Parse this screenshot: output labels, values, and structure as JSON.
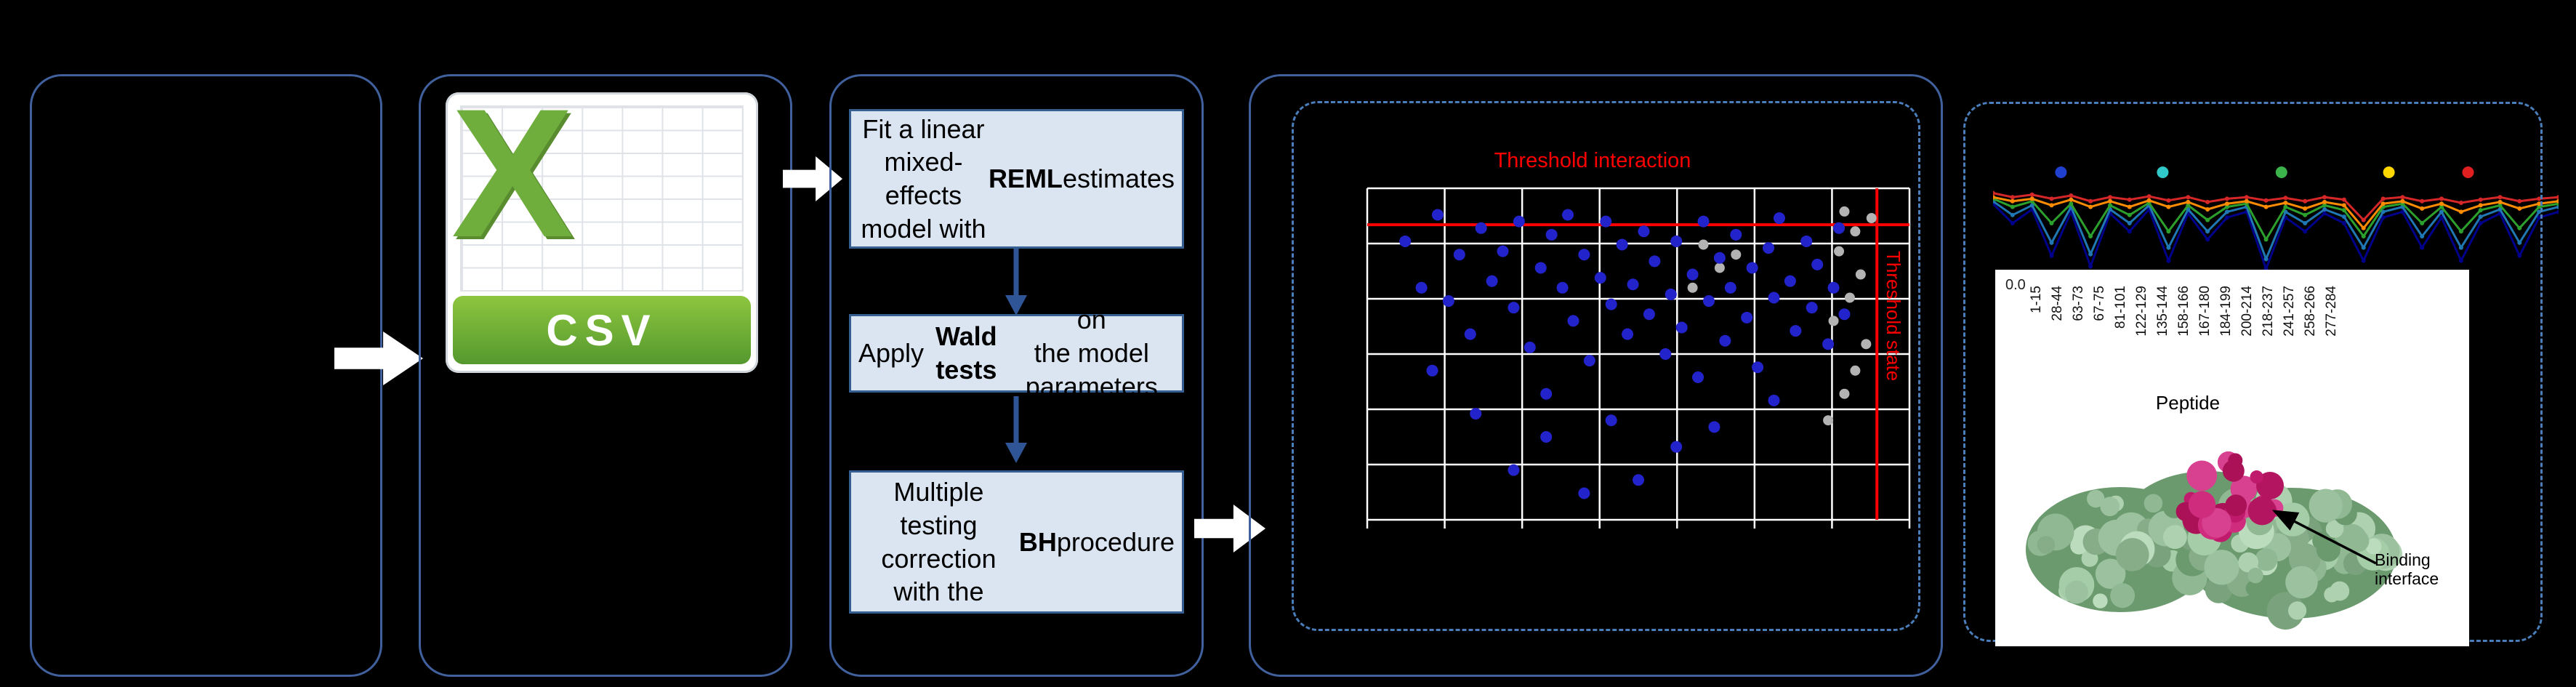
{
  "colors": {
    "background": "#000000",
    "panel_border": "#41619e",
    "dashed_border": "#4a7ebb",
    "flow_box_fill": "#dbe5f1",
    "flow_box_border": "#365f91",
    "flow_arrow": "#2f5597",
    "connector_arrow": "#ffffff",
    "threshold": "#ff0000",
    "grid_line": "#ffffff",
    "dot_blue": "#2323cc",
    "dot_gray": "#b3b3b3",
    "csv_green": "#6fae3d",
    "protein_body": "#a9cba9",
    "protein_core": "#c01a6c"
  },
  "csv": {
    "letter": "X",
    "label": "CSV"
  },
  "flow": {
    "steps": [
      {
        "pre": "Fit a linear mixed-\neffects model with\n",
        "bold": "REML",
        "post": " estimates"
      },
      {
        "pre": "Apply ",
        "bold": "Wald tests",
        "post": " on\nthe model parameters"
      },
      {
        "pre": "Multiple testing\ncorrection\nwith the ",
        "bold": "BH",
        "post": " procedure"
      }
    ]
  },
  "chart_data": [
    {
      "type": "scatter",
      "title": "Threshold interaction",
      "right_label": "Threshold state",
      "grid": true,
      "threshold_y_pct": 11,
      "threshold_x_pct": 94,
      "blue_points": [
        [
          7,
          16
        ],
        [
          10,
          30
        ],
        [
          13,
          8
        ],
        [
          15,
          34
        ],
        [
          17,
          20
        ],
        [
          19,
          44
        ],
        [
          21,
          12
        ],
        [
          23,
          28
        ],
        [
          25,
          19
        ],
        [
          27,
          36
        ],
        [
          28,
          10
        ],
        [
          30,
          48
        ],
        [
          32,
          24
        ],
        [
          33,
          62
        ],
        [
          34,
          14
        ],
        [
          36,
          30
        ],
        [
          37,
          8
        ],
        [
          38,
          40
        ],
        [
          40,
          20
        ],
        [
          41,
          52
        ],
        [
          43,
          27
        ],
        [
          44,
          10
        ],
        [
          45,
          35
        ],
        [
          47,
          17
        ],
        [
          48,
          44
        ],
        [
          49,
          29
        ],
        [
          51,
          13
        ],
        [
          52,
          38
        ],
        [
          53,
          22
        ],
        [
          55,
          50
        ],
        [
          56,
          32
        ],
        [
          57,
          16
        ],
        [
          58,
          42
        ],
        [
          60,
          26
        ],
        [
          61,
          57
        ],
        [
          62,
          10
        ],
        [
          63,
          34
        ],
        [
          65,
          21
        ],
        [
          66,
          46
        ],
        [
          67,
          30
        ],
        [
          68,
          14
        ],
        [
          70,
          39
        ],
        [
          71,
          24
        ],
        [
          72,
          54
        ],
        [
          74,
          18
        ],
        [
          75,
          33
        ],
        [
          76,
          9
        ],
        [
          78,
          28
        ],
        [
          79,
          43
        ],
        [
          81,
          16
        ],
        [
          82,
          36
        ],
        [
          83,
          23
        ],
        [
          85,
          47
        ],
        [
          86,
          30
        ],
        [
          20,
          68
        ],
        [
          33,
          75
        ],
        [
          45,
          70
        ],
        [
          57,
          78
        ],
        [
          27,
          85
        ],
        [
          50,
          88
        ],
        [
          64,
          72
        ],
        [
          75,
          64
        ],
        [
          12,
          55
        ],
        [
          40,
          92
        ],
        [
          87,
          12
        ],
        [
          88,
          38
        ]
      ],
      "gray_points": [
        [
          88,
          7
        ],
        [
          90,
          13
        ],
        [
          87,
          19
        ],
        [
          91,
          26
        ],
        [
          89,
          33
        ],
        [
          86,
          40
        ],
        [
          92,
          47
        ],
        [
          90,
          55
        ],
        [
          88,
          62
        ],
        [
          93,
          9
        ],
        [
          85,
          70
        ],
        [
          62,
          17
        ],
        [
          65,
          24
        ],
        [
          60,
          30
        ],
        [
          68,
          20
        ]
      ]
    },
    {
      "type": "line",
      "xlabel": "Peptide",
      "ylabel_tick": "0.0",
      "categories": [
        "1-15",
        "28-44",
        "63-73",
        "67-75",
        "81-101",
        "122-129",
        "135-144",
        "158-166",
        "167-180",
        "184-199",
        "200-214",
        "218-237",
        "241-257",
        "258-266",
        "277-284"
      ],
      "markers": [
        {
          "color": "#2040d0",
          "x": 0.12
        },
        {
          "color": "#30c8c8",
          "x": 0.3
        },
        {
          "color": "#3cb44b",
          "x": 0.51
        },
        {
          "color": "#ffd700",
          "x": 0.7
        },
        {
          "color": "#e02020",
          "x": 0.84
        }
      ],
      "series": [
        {
          "color": "#00008b",
          "values": [
            0.82,
            0.58,
            0.75,
            0.18,
            0.72,
            0.05,
            0.7,
            0.48,
            0.75,
            0.12,
            0.7,
            0.38,
            0.65,
            0.72,
            0.02,
            0.65,
            0.48,
            0.7,
            0.58,
            0.12,
            0.65,
            0.72,
            0.28,
            0.65,
            0.12,
            0.58,
            0.7,
            0.18,
            0.65,
            0.72
          ]
        },
        {
          "color": "#1f77b4",
          "values": [
            0.85,
            0.68,
            0.8,
            0.34,
            0.78,
            0.2,
            0.75,
            0.58,
            0.8,
            0.28,
            0.75,
            0.48,
            0.72,
            0.78,
            0.14,
            0.72,
            0.58,
            0.75,
            0.66,
            0.28,
            0.72,
            0.78,
            0.42,
            0.72,
            0.28,
            0.66,
            0.75,
            0.34,
            0.72,
            0.78
          ]
        },
        {
          "color": "#2ca02c",
          "values": [
            0.88,
            0.78,
            0.85,
            0.58,
            0.82,
            0.42,
            0.8,
            0.68,
            0.83,
            0.48,
            0.8,
            0.62,
            0.78,
            0.82,
            0.38,
            0.78,
            0.68,
            0.8,
            0.74,
            0.42,
            0.78,
            0.82,
            0.58,
            0.78,
            0.48,
            0.74,
            0.8,
            0.52,
            0.78,
            0.82
          ]
        },
        {
          "color": "#ff8c00",
          "values": [
            0.9,
            0.85,
            0.88,
            0.8,
            0.87,
            0.78,
            0.85,
            0.78,
            0.86,
            0.78,
            0.84,
            0.75,
            0.82,
            0.85,
            0.78,
            0.83,
            0.76,
            0.84,
            0.8,
            0.52,
            0.82,
            0.85,
            0.76,
            0.82,
            0.72,
            0.8,
            0.84,
            0.76,
            0.82,
            0.85
          ]
        },
        {
          "color": "#d62728",
          "values": [
            0.95,
            0.9,
            0.93,
            0.88,
            0.92,
            0.85,
            0.9,
            0.87,
            0.91,
            0.86,
            0.9,
            0.84,
            0.88,
            0.9,
            0.86,
            0.89,
            0.85,
            0.9,
            0.87,
            0.62,
            0.88,
            0.9,
            0.85,
            0.88,
            0.83,
            0.87,
            0.9,
            0.85,
            0.88,
            0.9
          ]
        }
      ]
    }
  ],
  "protein": {
    "annotation": "Binding interface"
  }
}
